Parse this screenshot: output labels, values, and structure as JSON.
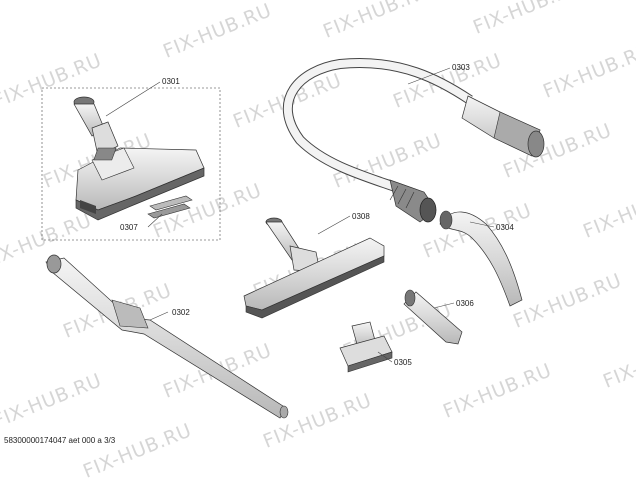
{
  "watermark": "FIX-HUB.RU",
  "parts": {
    "p0301": "0301",
    "p0302": "0302",
    "p0303": "0303",
    "p0304": "0304",
    "p0305": "0305",
    "p0306": "0306",
    "p0307": "0307",
    "p0308": "0308"
  },
  "footer": "58300000174047 aet 000 a 3/3"
}
